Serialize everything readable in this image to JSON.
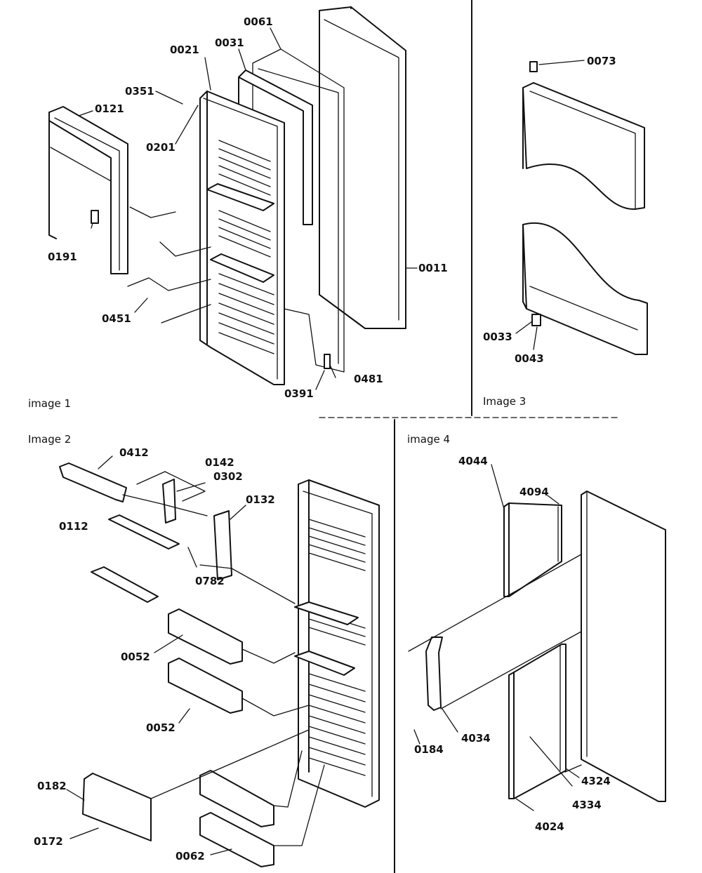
{
  "images": [
    {
      "title": "image 1",
      "labels": [
        "0061",
        "0021",
        "0031",
        "0351",
        "0121",
        "0201",
        "0191",
        "0011",
        "0451",
        "0481",
        "0391"
      ]
    },
    {
      "title": "Image 3",
      "labels": [
        "0073",
        "0033",
        "0043"
      ]
    },
    {
      "title": "Image 2",
      "labels": [
        "0412",
        "0142",
        "0302",
        "0132",
        "0112",
        "0782",
        "0052",
        "0052",
        "0182",
        "0172",
        "0062"
      ]
    },
    {
      "title": "image 4",
      "labels": [
        "4094",
        "4044",
        "4034",
        "0184",
        "4324",
        "4334",
        "4024"
      ]
    }
  ]
}
